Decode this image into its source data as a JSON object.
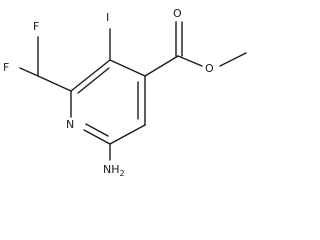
{
  "molecule": {
    "atoms": {
      "fluorine_upper": "F",
      "fluorine_left": "F",
      "iodine": "I",
      "ring_nitrogen": "N",
      "ester_carbonyl_oxygen": "O",
      "ester_ether_oxygen": "O",
      "amine_symbol": "NH",
      "amine_subscript": "2"
    }
  }
}
